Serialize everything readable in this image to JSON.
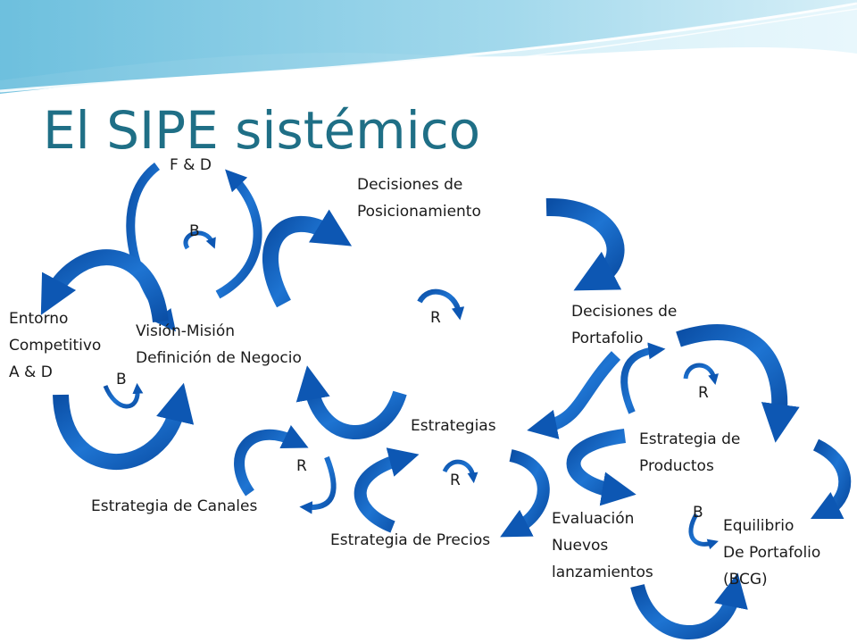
{
  "slide": {
    "title": "El SIPE sistémico",
    "nodes": {
      "decisiones_posicionamiento": [
        "Decisiones de",
        "Posicionamiento"
      ],
      "decisiones_portafolio": [
        "Decisiones de",
        "Portafolio"
      ],
      "entorno": [
        "Entorno",
        "Competitivo",
        "A & D"
      ],
      "vision": [
        "Visión-Misión",
        "Definición de Negocio"
      ],
      "estrategias": [
        "Estrategias"
      ],
      "estrategia_productos": [
        "Estrategia de",
        "Productos"
      ],
      "estrategia_canales": [
        "Estrategia de Canales"
      ],
      "estrategia_precios": [
        "Estrategia de Precios"
      ],
      "evaluacion": [
        "Evaluación",
        "Nuevos",
        "lanzamientos"
      ],
      "equilibrio": [
        "Equilibrio",
        "De Portafolio",
        "(BCG)"
      ]
    },
    "loop_tags": {
      "fd": "F & D",
      "b_top": "B",
      "r_center": "R",
      "b_left": "B",
      "r_portafolio": "R",
      "r_canales": "R",
      "r_precios": "R",
      "b_bottom": "B"
    }
  },
  "colors": {
    "title": "#1f6f86",
    "arrow_dark": "#0b4fa6",
    "arrow_mid": "#1e74d2",
    "arrow_light": "#6aa9ec",
    "wave_light": "#d9f1f8",
    "wave_mid": "#9fd8ec"
  },
  "icons": {
    "arrow": "curved-block-arrow-icon"
  }
}
